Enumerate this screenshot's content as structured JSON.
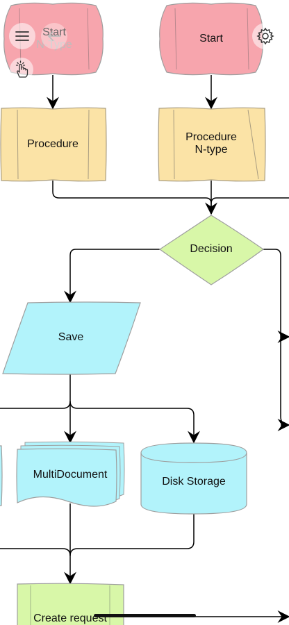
{
  "diagram": {
    "nodes": {
      "start_ntype": {
        "line1": "Start",
        "line2": "N-Type"
      },
      "start": {
        "label": "Start"
      },
      "procedure": {
        "label": "Procedure"
      },
      "procedure_ntype": {
        "line1": "Procedure",
        "line2": "N-type"
      },
      "decision": {
        "label": "Decision"
      },
      "save": {
        "label": "Save"
      },
      "multidocument": {
        "label": "MultiDocument"
      },
      "disk_storage": {
        "label": "Disk Storage"
      },
      "create_request": {
        "label": "Create request"
      }
    },
    "colors": {
      "terminator": "#f7a5ad",
      "process": "#fbe3a6",
      "decision": "#d8f7a8",
      "io": "#b2f3fb",
      "request": "#d8f7a8",
      "stroke": "#9e9e9e",
      "edge": "#000000"
    }
  },
  "toolbar": {
    "menu_icon": "hamburger-menu-icon",
    "back_icon": "back-arrow-icon",
    "settings_icon": "gear-icon",
    "select_icon": "hand-pointer-icon"
  }
}
